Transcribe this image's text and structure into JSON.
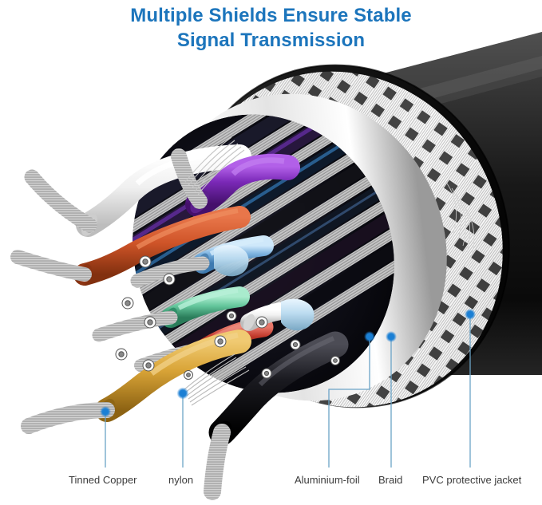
{
  "title": {
    "line1": "Multiple Shields Ensure Stable",
    "line2": "Signal Transmission",
    "color": "#1c75bc"
  },
  "illustration": {
    "subject": "cable-cutaway-cross-section",
    "description": "Cutaway view of a multi-conductor cable showing fanned out tinned-copper conductors with colored insulation, nylon fibers, aluminium-foil shield, braided shield and an outer black PVC jacket.",
    "jacket_color": "#121212",
    "shield_color": "#d9d9d9",
    "foil_color": "#f2f2f2",
    "leader_color": "#5b9cc4",
    "marker_color": "#1b7fd4",
    "wire_colors": {
      "white": "#f4f4f4",
      "purple": "#7b29b8",
      "orange": "#d4562a",
      "blue": "#7fb4e0",
      "green": "#63c59b",
      "red": "#c0392b",
      "yellow": "#d9a437",
      "black": "#15151a",
      "lightblue": "#bcdcf0",
      "copper": "#cfcfcf"
    }
  },
  "callouts": [
    {
      "id": "tinned-copper",
      "label": "Tinned Copper"
    },
    {
      "id": "nylon",
      "label": "nylon"
    },
    {
      "id": "aluminium-foil",
      "label": "Aluminium-foil"
    },
    {
      "id": "braid",
      "label": "Braid"
    },
    {
      "id": "pvc-jacket",
      "label": "PVC protective jacket"
    }
  ]
}
